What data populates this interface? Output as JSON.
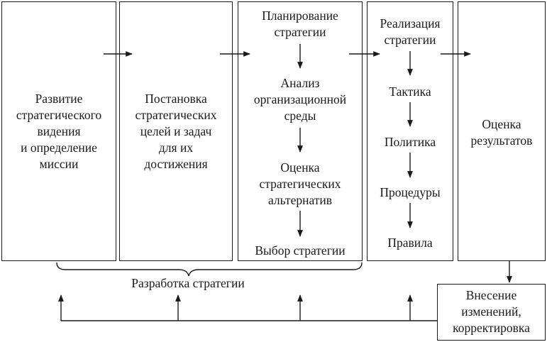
{
  "stages": [
    {
      "id": "vision",
      "label": "Развитие\nстратегического\nвидения\nи определение\nмиссии"
    },
    {
      "id": "goals",
      "label": "Постановка\nстратегических\nцелей и задач\nдля их\nдостижения"
    },
    {
      "id": "planning",
      "label": "Планирование\nстратегии",
      "steps": [
        "Анализ\nорганизационной\nсреды",
        "Оценка\nстратегических\nальтернатив",
        "Выбор стратегии"
      ]
    },
    {
      "id": "implementation",
      "label": "Реализация\nстратегии",
      "steps": [
        "Тактика",
        "Политика",
        "Процедуры",
        "Правила"
      ]
    },
    {
      "id": "evaluation",
      "label": "Оценка\nрезультатов"
    }
  ],
  "brace_label": "Разработка стратегии",
  "correction_box": "Внесение\nизменений,\nкорректировка",
  "colors": {
    "stroke": "#1a1a1a",
    "background": "#ffffff"
  }
}
